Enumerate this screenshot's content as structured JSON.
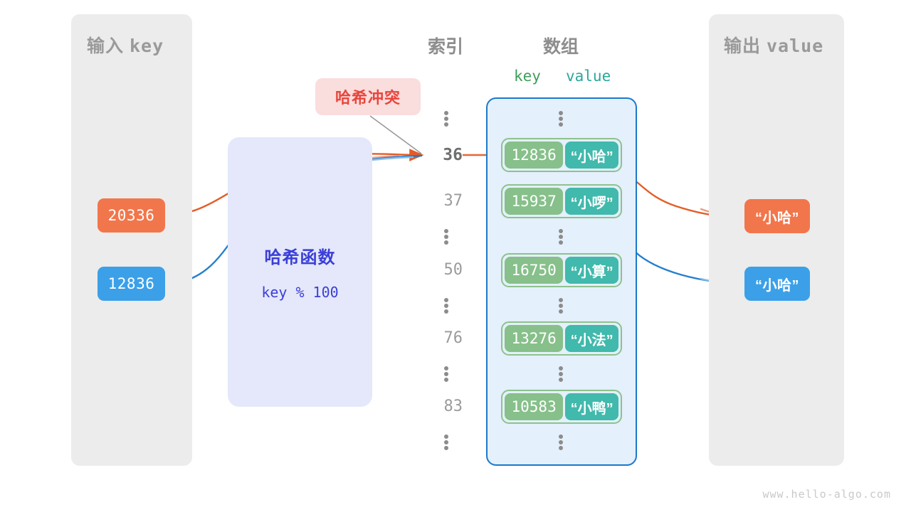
{
  "panels": {
    "input": {
      "title_cn": "输入",
      "title_mono": "key"
    },
    "output": {
      "title_cn": "输出",
      "title_mono": "value"
    }
  },
  "headings": {
    "index": "索引",
    "array": "数组",
    "sub_key": "key",
    "sub_value": "value"
  },
  "hash_function": {
    "title": "哈希函数",
    "formula": "key % 100"
  },
  "collision_badge": {
    "label": "哈希冲突"
  },
  "inputs": [
    {
      "value": "20336",
      "color": "#f2764b"
    },
    {
      "value": "12836",
      "color": "#3ba0e8"
    }
  ],
  "outputs": [
    {
      "value": "“小哈”",
      "color": "#f2764b"
    },
    {
      "value": "“小哈”",
      "color": "#3ba0e8"
    }
  ],
  "array": {
    "rows": [
      {
        "index": "36",
        "key": "12836",
        "value": "“小哈”",
        "highlight": true
      },
      {
        "index": "37",
        "key": "15937",
        "value": "“小啰”",
        "highlight": false
      },
      {
        "index": "50",
        "key": "16750",
        "value": "“小算”",
        "highlight": false
      },
      {
        "index": "76",
        "key": "13276",
        "value": "“小法”",
        "highlight": false
      },
      {
        "index": "83",
        "key": "10583",
        "value": "“小鸭”",
        "highlight": false
      }
    ],
    "ellipsis_symbol": "⋮"
  },
  "colors": {
    "key_cell": "#87c08a",
    "value_cell": "#41b9ac",
    "array_bg": "#e4f0fb",
    "array_border": "#1b79cb",
    "panel_bg": "#ececec",
    "hash_bg": "#e4e8fa",
    "hash_text": "#3b3fd8",
    "badge_bg": "#fadddd",
    "badge_text": "#e8453c",
    "orange": "#f2764b",
    "blue": "#3ba0e8"
  },
  "watermark": "www.hello-algo.com"
}
